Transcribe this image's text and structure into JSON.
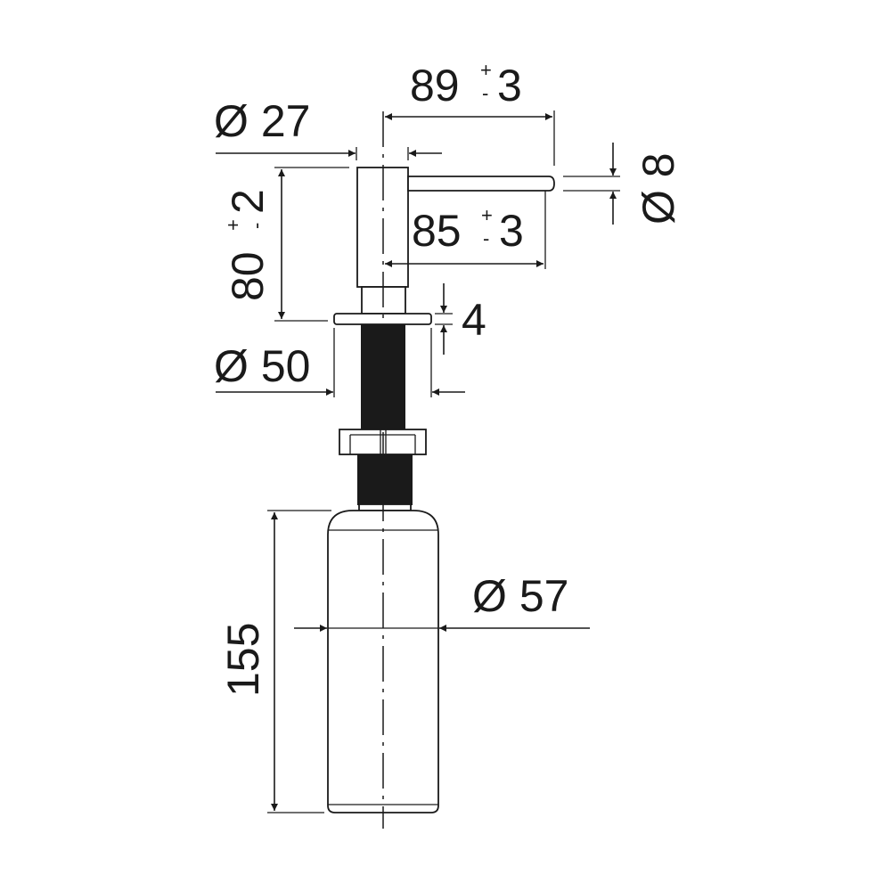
{
  "drawing": {
    "diameter_symbol": "Ø",
    "plus_sign": "+",
    "minus_sign": "-",
    "dimensions": {
      "spout_reach": {
        "value": "89",
        "tolerance": "3"
      },
      "head_diameter": {
        "value": "27"
      },
      "head_height": {
        "value": "80",
        "tolerance": "2"
      },
      "spout_length": {
        "value": "85",
        "tolerance": "3"
      },
      "spout_diameter": {
        "value": "8"
      },
      "flange_thickness": {
        "value": "4"
      },
      "flange_diameter": {
        "value": "50"
      },
      "bottle_height": {
        "value": "155"
      },
      "bottle_diameter": {
        "value": "57"
      }
    },
    "line_color": "#1a1a1a"
  }
}
